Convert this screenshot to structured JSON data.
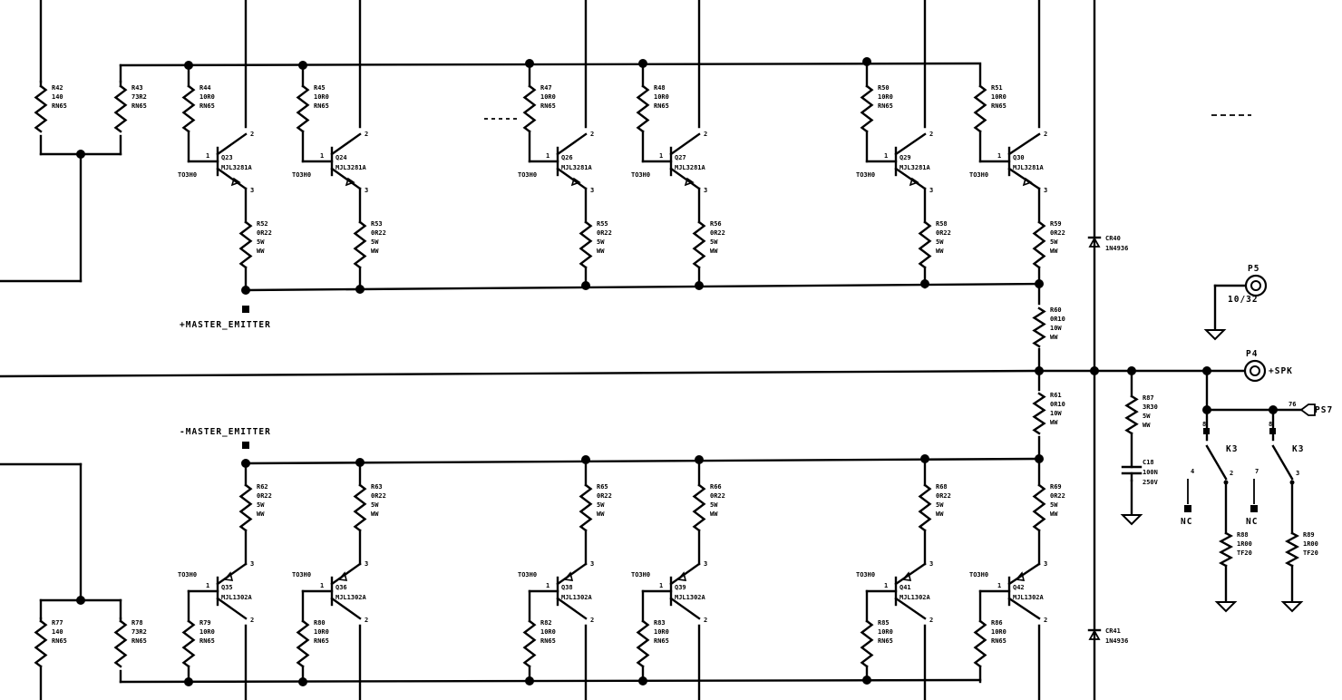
{
  "net_labels": {
    "master_emitter_pos": "+MASTER_EMITTER",
    "master_emitter_neg": "-MASTER_EMITTER",
    "spk_out": "+SPK",
    "ps7": "PS7",
    "ps7_pin": "76"
  },
  "connectors": {
    "p5": {
      "ref": "P5",
      "value": "10/32"
    },
    "p4": {
      "ref": "P4"
    }
  },
  "package_label": "TO3H0",
  "resistors": [
    {
      "ref": "R42",
      "v1": "140",
      "v2": "RN65"
    },
    {
      "ref": "R43",
      "v1": "73R2",
      "v2": "RN65"
    },
    {
      "ref": "R44",
      "v1": "10R0",
      "v2": "RN65"
    },
    {
      "ref": "R45",
      "v1": "10R0",
      "v2": "RN65"
    },
    {
      "ref": "R47",
      "v1": "10R0",
      "v2": "RN65"
    },
    {
      "ref": "R48",
      "v1": "10R0",
      "v2": "RN65"
    },
    {
      "ref": "R50",
      "v1": "10R0",
      "v2": "RN65"
    },
    {
      "ref": "R51",
      "v1": "10R0",
      "v2": "RN65"
    },
    {
      "ref": "R52",
      "v1": "0R22",
      "v2": "5W",
      "v3": "WW"
    },
    {
      "ref": "R53",
      "v1": "0R22",
      "v2": "5W",
      "v3": "WW"
    },
    {
      "ref": "R55",
      "v1": "0R22",
      "v2": "5W",
      "v3": "WW"
    },
    {
      "ref": "R56",
      "v1": "0R22",
      "v2": "5W",
      "v3": "WW"
    },
    {
      "ref": "R58",
      "v1": "0R22",
      "v2": "5W",
      "v3": "WW"
    },
    {
      "ref": "R59",
      "v1": "0R22",
      "v2": "5W",
      "v3": "WW"
    },
    {
      "ref": "R60",
      "v1": "0R10",
      "v2": "10W",
      "v3": "WW"
    },
    {
      "ref": "R61",
      "v1": "0R10",
      "v2": "10W",
      "v3": "WW"
    },
    {
      "ref": "R62",
      "v1": "0R22",
      "v2": "5W",
      "v3": "WW"
    },
    {
      "ref": "R63",
      "v1": "0R22",
      "v2": "5W",
      "v3": "WW"
    },
    {
      "ref": "R65",
      "v1": "0R22",
      "v2": "5W",
      "v3": "WW"
    },
    {
      "ref": "R66",
      "v1": "0R22",
      "v2": "5W",
      "v3": "WW"
    },
    {
      "ref": "R68",
      "v1": "0R22",
      "v2": "5W",
      "v3": "WW"
    },
    {
      "ref": "R69",
      "v1": "0R22",
      "v2": "5W",
      "v3": "WW"
    },
    {
      "ref": "R77",
      "v1": "140",
      "v2": "RN65"
    },
    {
      "ref": "R78",
      "v1": "73R2",
      "v2": "RN65"
    },
    {
      "ref": "R79",
      "v1": "10R0",
      "v2": "RN65"
    },
    {
      "ref": "R80",
      "v1": "10R0",
      "v2": "RN65"
    },
    {
      "ref": "R82",
      "v1": "10R0",
      "v2": "RN65"
    },
    {
      "ref": "R83",
      "v1": "10R0",
      "v2": "RN65"
    },
    {
      "ref": "R85",
      "v1": "10R0",
      "v2": "RN65"
    },
    {
      "ref": "R86",
      "v1": "10R0",
      "v2": "RN65"
    },
    {
      "ref": "R87",
      "v1": "3R30",
      "v2": "5W",
      "v3": "WW"
    },
    {
      "ref": "R88",
      "v1": "1R00",
      "v2": "TF20"
    },
    {
      "ref": "R89",
      "v1": "1R00",
      "v2": "TF20"
    }
  ],
  "transistors": [
    {
      "ref": "Q23",
      "part": "MJL3281A"
    },
    {
      "ref": "Q24",
      "part": "MJL3281A"
    },
    {
      "ref": "Q26",
      "part": "MJL3281A"
    },
    {
      "ref": "Q27",
      "part": "MJL3281A"
    },
    {
      "ref": "Q29",
      "part": "MJL3281A"
    },
    {
      "ref": "Q30",
      "part": "MJL3281A"
    },
    {
      "ref": "Q35",
      "part": "MJL1302A"
    },
    {
      "ref": "Q36",
      "part": "MJL1302A"
    },
    {
      "ref": "Q38",
      "part": "MJL1302A"
    },
    {
      "ref": "Q39",
      "part": "MJL1302A"
    },
    {
      "ref": "Q41",
      "part": "MJL1302A"
    },
    {
      "ref": "Q42",
      "part": "MJL1302A"
    }
  ],
  "diodes": [
    {
      "ref": "CR40",
      "part": "1N4936"
    },
    {
      "ref": "CR41",
      "part": "1N4936"
    }
  ],
  "capacitor": {
    "ref": "C18",
    "v1": "100N",
    "v2": "250V"
  },
  "relays": [
    {
      "ref": "K3",
      "nc_label": "NC",
      "nc_pin": "4",
      "com_pin": "2",
      "no_pin": "8"
    },
    {
      "ref": "K3",
      "nc_label": "NC",
      "nc_pin": "7",
      "com_pin": "3",
      "no_pin": "8"
    }
  ]
}
